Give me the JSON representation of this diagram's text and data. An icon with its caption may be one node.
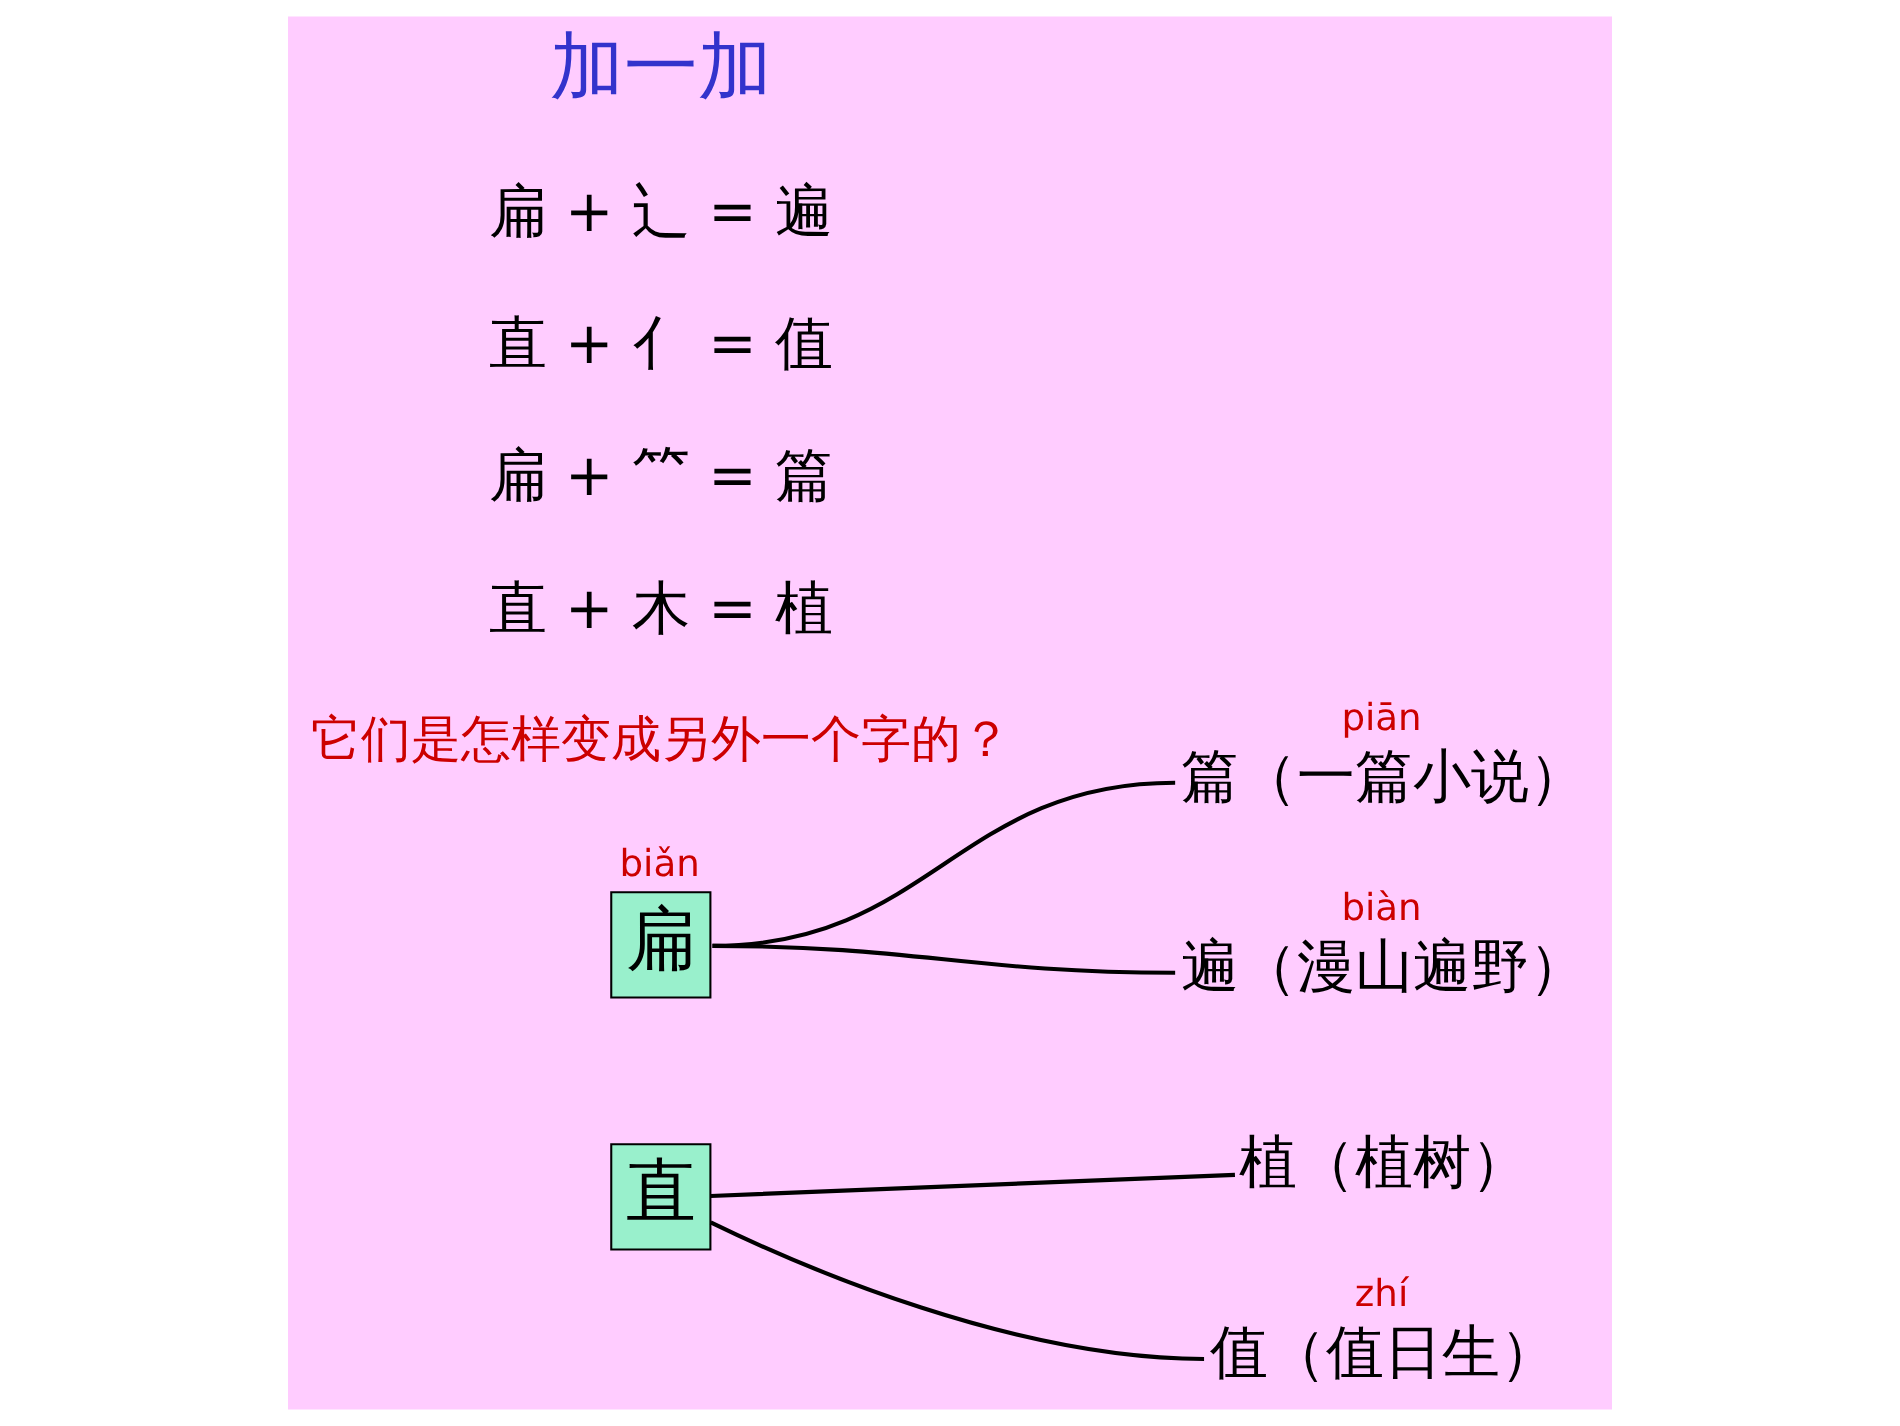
{
  "diagram": {
    "nodes": [
      {
        "text": [
          "直"
        ]
      },
      {
        "text": [
          "植（植树）"
        ]
      },
      {
        "text": [
          "值（值日生）"
        ],
        "beside": [
          "zhí"
        ]
      },
      {
        "text": [
          "扁"
        ],
        "beside": [
          "biǎn"
        ]
      },
      {
        "text": [
          "篇（一篇小说）"
        ],
        "beside": [
          "piān"
        ]
      },
      {
        "text": [
          "遍（漫山遍野）"
        ],
        "beside": [
          "biàn"
        ]
      }
    ],
    "edges": [
      {
        "from": 0,
        "to": 1,
        "arrow": "none"
      },
      {
        "from": 0,
        "to": 2,
        "arrow": "none"
      },
      {
        "from": 3,
        "to": 4,
        "arrow": "none"
      },
      {
        "from": 3,
        "to": 5,
        "arrow": "none"
      }
    ],
    "labels": [
      "它们是怎样变成另外一个字的？",
      "直 + 木 = 植",
      "扁 + ⺮ = 篇",
      "直 + 亻 = 值",
      "扁 + 辶 = 遍",
      "加一加"
    ]
  }
}
